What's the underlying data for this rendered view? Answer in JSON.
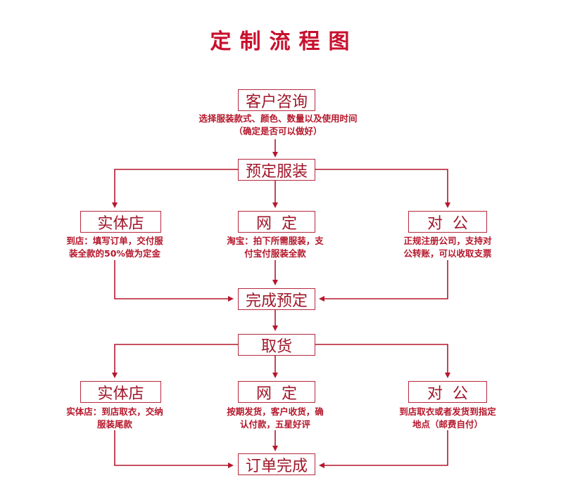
{
  "title": "定制流程图",
  "colors": {
    "accent": "#c8102e",
    "line": "#b5172b",
    "box_border": "#b5293e"
  },
  "steps": {
    "consult": {
      "label": "客户咨询",
      "desc_line1": "选择服装款式、颜色、数量以及使用时间",
      "desc_line2": "（确定是否可以做好）"
    },
    "reserve": {
      "label": "预定服装"
    },
    "order_branches": [
      {
        "label": "实体店",
        "desc_line1": "到店：填写订单，交付服",
        "desc_line2": "装全款的50%做为定金"
      },
      {
        "label": "网  定",
        "desc_line1": "淘宝：拍下所需服装，支",
        "desc_line2": "付宝付服装全款"
      },
      {
        "label": "对  公",
        "desc_line1": "正规注册公司，支持对",
        "desc_line2": "公转账，可以收取支票"
      }
    ],
    "reserve_done": {
      "label": "完成预定"
    },
    "pickup": {
      "label": "取货"
    },
    "pickup_branches": [
      {
        "label": "实体店",
        "desc_line1": "实体店：到店取衣，交纳",
        "desc_line2": "服装尾款"
      },
      {
        "label": "网  定",
        "desc_line1": "按期发货，客户收货，确",
        "desc_line2": "认付款，五星好评"
      },
      {
        "label": "对  公",
        "desc_line1": "到店取衣或者发货到指定",
        "desc_line2": "地点（邮费自付）"
      }
    ],
    "order_done": {
      "label": "订单完成"
    }
  }
}
